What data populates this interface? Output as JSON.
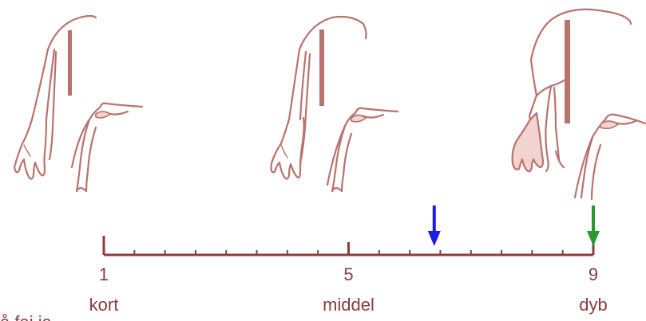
{
  "colors": {
    "sketch": "#b9736e",
    "sketch_fill": "#f2d3cf",
    "scale": "#8a3d3d",
    "text": "#8a3d3d",
    "arrow_left": "#1d1de6",
    "arrow_right": "#2a9a2a"
  },
  "scale": {
    "min": 1,
    "max": 9,
    "minor_step": 0.5,
    "major_ticks": [
      1,
      5,
      9
    ],
    "tick_labels": [
      {
        "value": 1,
        "text": "1"
      },
      {
        "value": 5,
        "text": "5"
      },
      {
        "value": 9,
        "text": "9"
      }
    ],
    "category_labels": [
      {
        "value": 1,
        "text": "kort"
      },
      {
        "value": 5,
        "text": "middel"
      },
      {
        "value": 9,
        "text": "dyb"
      }
    ]
  },
  "markers": [
    {
      "name": "blue-arrow",
      "value": 6.4,
      "color": "#1d1de6"
    },
    {
      "name": "green-arrow",
      "value": 9,
      "color": "#2a9a2a"
    }
  ],
  "illustrations": [
    {
      "name": "illustration-kort"
    },
    {
      "name": "illustration-middel"
    },
    {
      "name": "illustration-dyb"
    }
  ],
  "footer_fragment": "å fai ic"
}
